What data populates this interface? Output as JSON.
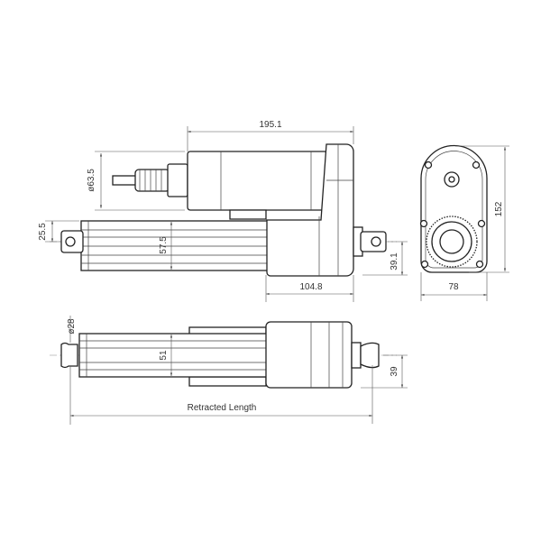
{
  "drawing": {
    "side_view": {
      "overall_length": "195.1",
      "motor_diameter": "ø63.5",
      "offset_top": "25.5",
      "tube_height": "57.5",
      "rear_offset": "39.1",
      "gearbox_length": "104.8"
    },
    "end_view": {
      "height": "152",
      "width": "78"
    },
    "top_view": {
      "rod_diameter": "ø28",
      "tube_width": "51",
      "rear_offset": "39",
      "retracted_length": "Retracted Length"
    },
    "line_color": "#222222"
  }
}
